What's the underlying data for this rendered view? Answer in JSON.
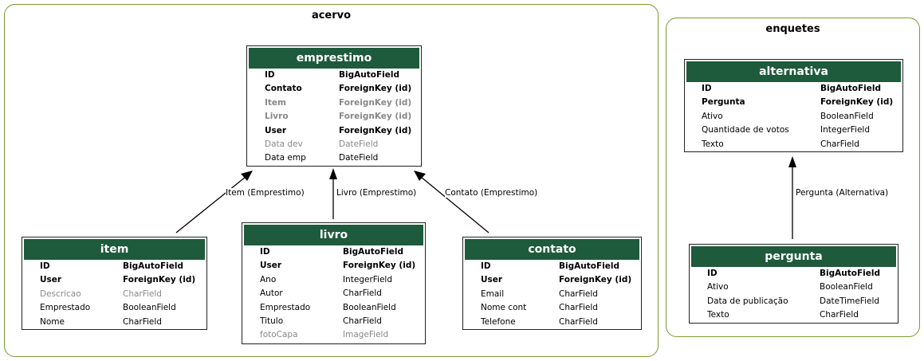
{
  "clusters": [
    {
      "id": "acervo",
      "title": "acervo"
    },
    {
      "id": "enquetes",
      "title": "enquetes"
    }
  ],
  "colors": {
    "header": "#1e5a3c",
    "cluster_border": "#7a9a2e",
    "muted_text": "#888888"
  },
  "entities": [
    {
      "id": "emprestimo",
      "title": "emprestimo",
      "fields": [
        {
          "name": "ID",
          "type": "BigAutoField",
          "style": "bold"
        },
        {
          "name": "Contato",
          "type": "ForeignKey (id)",
          "style": "bold"
        },
        {
          "name": "Item",
          "type": "ForeignKey (id)",
          "style": "bold-muted"
        },
        {
          "name": "Livro",
          "type": "ForeignKey (id)",
          "style": "bold-muted"
        },
        {
          "name": "User",
          "type": "ForeignKey (id)",
          "style": "bold"
        },
        {
          "name": "Data dev",
          "type": "DateField",
          "style": "muted"
        },
        {
          "name": "Data emp",
          "type": "DateField",
          "style": "normal"
        }
      ]
    },
    {
      "id": "item",
      "title": "item",
      "fields": [
        {
          "name": "ID",
          "type": "BigAutoField",
          "style": "bold"
        },
        {
          "name": "User",
          "type": "ForeignKey (id)",
          "style": "bold"
        },
        {
          "name": "Descricao",
          "type": "CharField",
          "style": "muted"
        },
        {
          "name": "Emprestado",
          "type": "BooleanField",
          "style": "normal"
        },
        {
          "name": "Nome",
          "type": "CharField",
          "style": "normal"
        }
      ]
    },
    {
      "id": "livro",
      "title": "livro",
      "fields": [
        {
          "name": "ID",
          "type": "BigAutoField",
          "style": "bold"
        },
        {
          "name": "User",
          "type": "ForeignKey (id)",
          "style": "bold"
        },
        {
          "name": "Ano",
          "type": "IntegerField",
          "style": "normal"
        },
        {
          "name": "Autor",
          "type": "CharField",
          "style": "normal"
        },
        {
          "name": "Emprestado",
          "type": "BooleanField",
          "style": "normal"
        },
        {
          "name": "Titulo",
          "type": "CharField",
          "style": "normal"
        },
        {
          "name": "fotoCapa",
          "type": "ImageField",
          "style": "muted"
        }
      ]
    },
    {
      "id": "contato",
      "title": "contato",
      "fields": [
        {
          "name": "ID",
          "type": "BigAutoField",
          "style": "bold"
        },
        {
          "name": "User",
          "type": "ForeignKey (id)",
          "style": "bold"
        },
        {
          "name": "Email",
          "type": "CharField",
          "style": "normal"
        },
        {
          "name": "Nome cont",
          "type": "CharField",
          "style": "normal"
        },
        {
          "name": "Telefone",
          "type": "CharField",
          "style": "normal"
        }
      ]
    },
    {
      "id": "alternativa",
      "title": "alternativa",
      "fields": [
        {
          "name": "ID",
          "type": "BigAutoField",
          "style": "bold"
        },
        {
          "name": "Pergunta",
          "type": "ForeignKey (id)",
          "style": "bold"
        },
        {
          "name": "Ativo",
          "type": "BooleanField",
          "style": "normal"
        },
        {
          "name": "Quantidade de votos",
          "type": "IntegerField",
          "style": "normal"
        },
        {
          "name": "Texto",
          "type": "CharField",
          "style": "normal"
        }
      ]
    },
    {
      "id": "pergunta",
      "title": "pergunta",
      "fields": [
        {
          "name": "ID",
          "type": "BigAutoField",
          "style": "bold"
        },
        {
          "name": "Ativo",
          "type": "BooleanField",
          "style": "normal"
        },
        {
          "name": "Data de publicação",
          "type": "DateTimeField",
          "style": "normal"
        },
        {
          "name": "Texto",
          "type": "CharField",
          "style": "normal"
        }
      ]
    }
  ],
  "edges": [
    {
      "from": "item",
      "to": "emprestimo",
      "label": "Item (Emprestimo)"
    },
    {
      "from": "livro",
      "to": "emprestimo",
      "label": "Livro (Emprestimo)"
    },
    {
      "from": "contato",
      "to": "emprestimo",
      "label": "Contato (Emprestimo)"
    },
    {
      "from": "pergunta",
      "to": "alternativa",
      "label": "Pergunta (Alternativa)"
    }
  ]
}
